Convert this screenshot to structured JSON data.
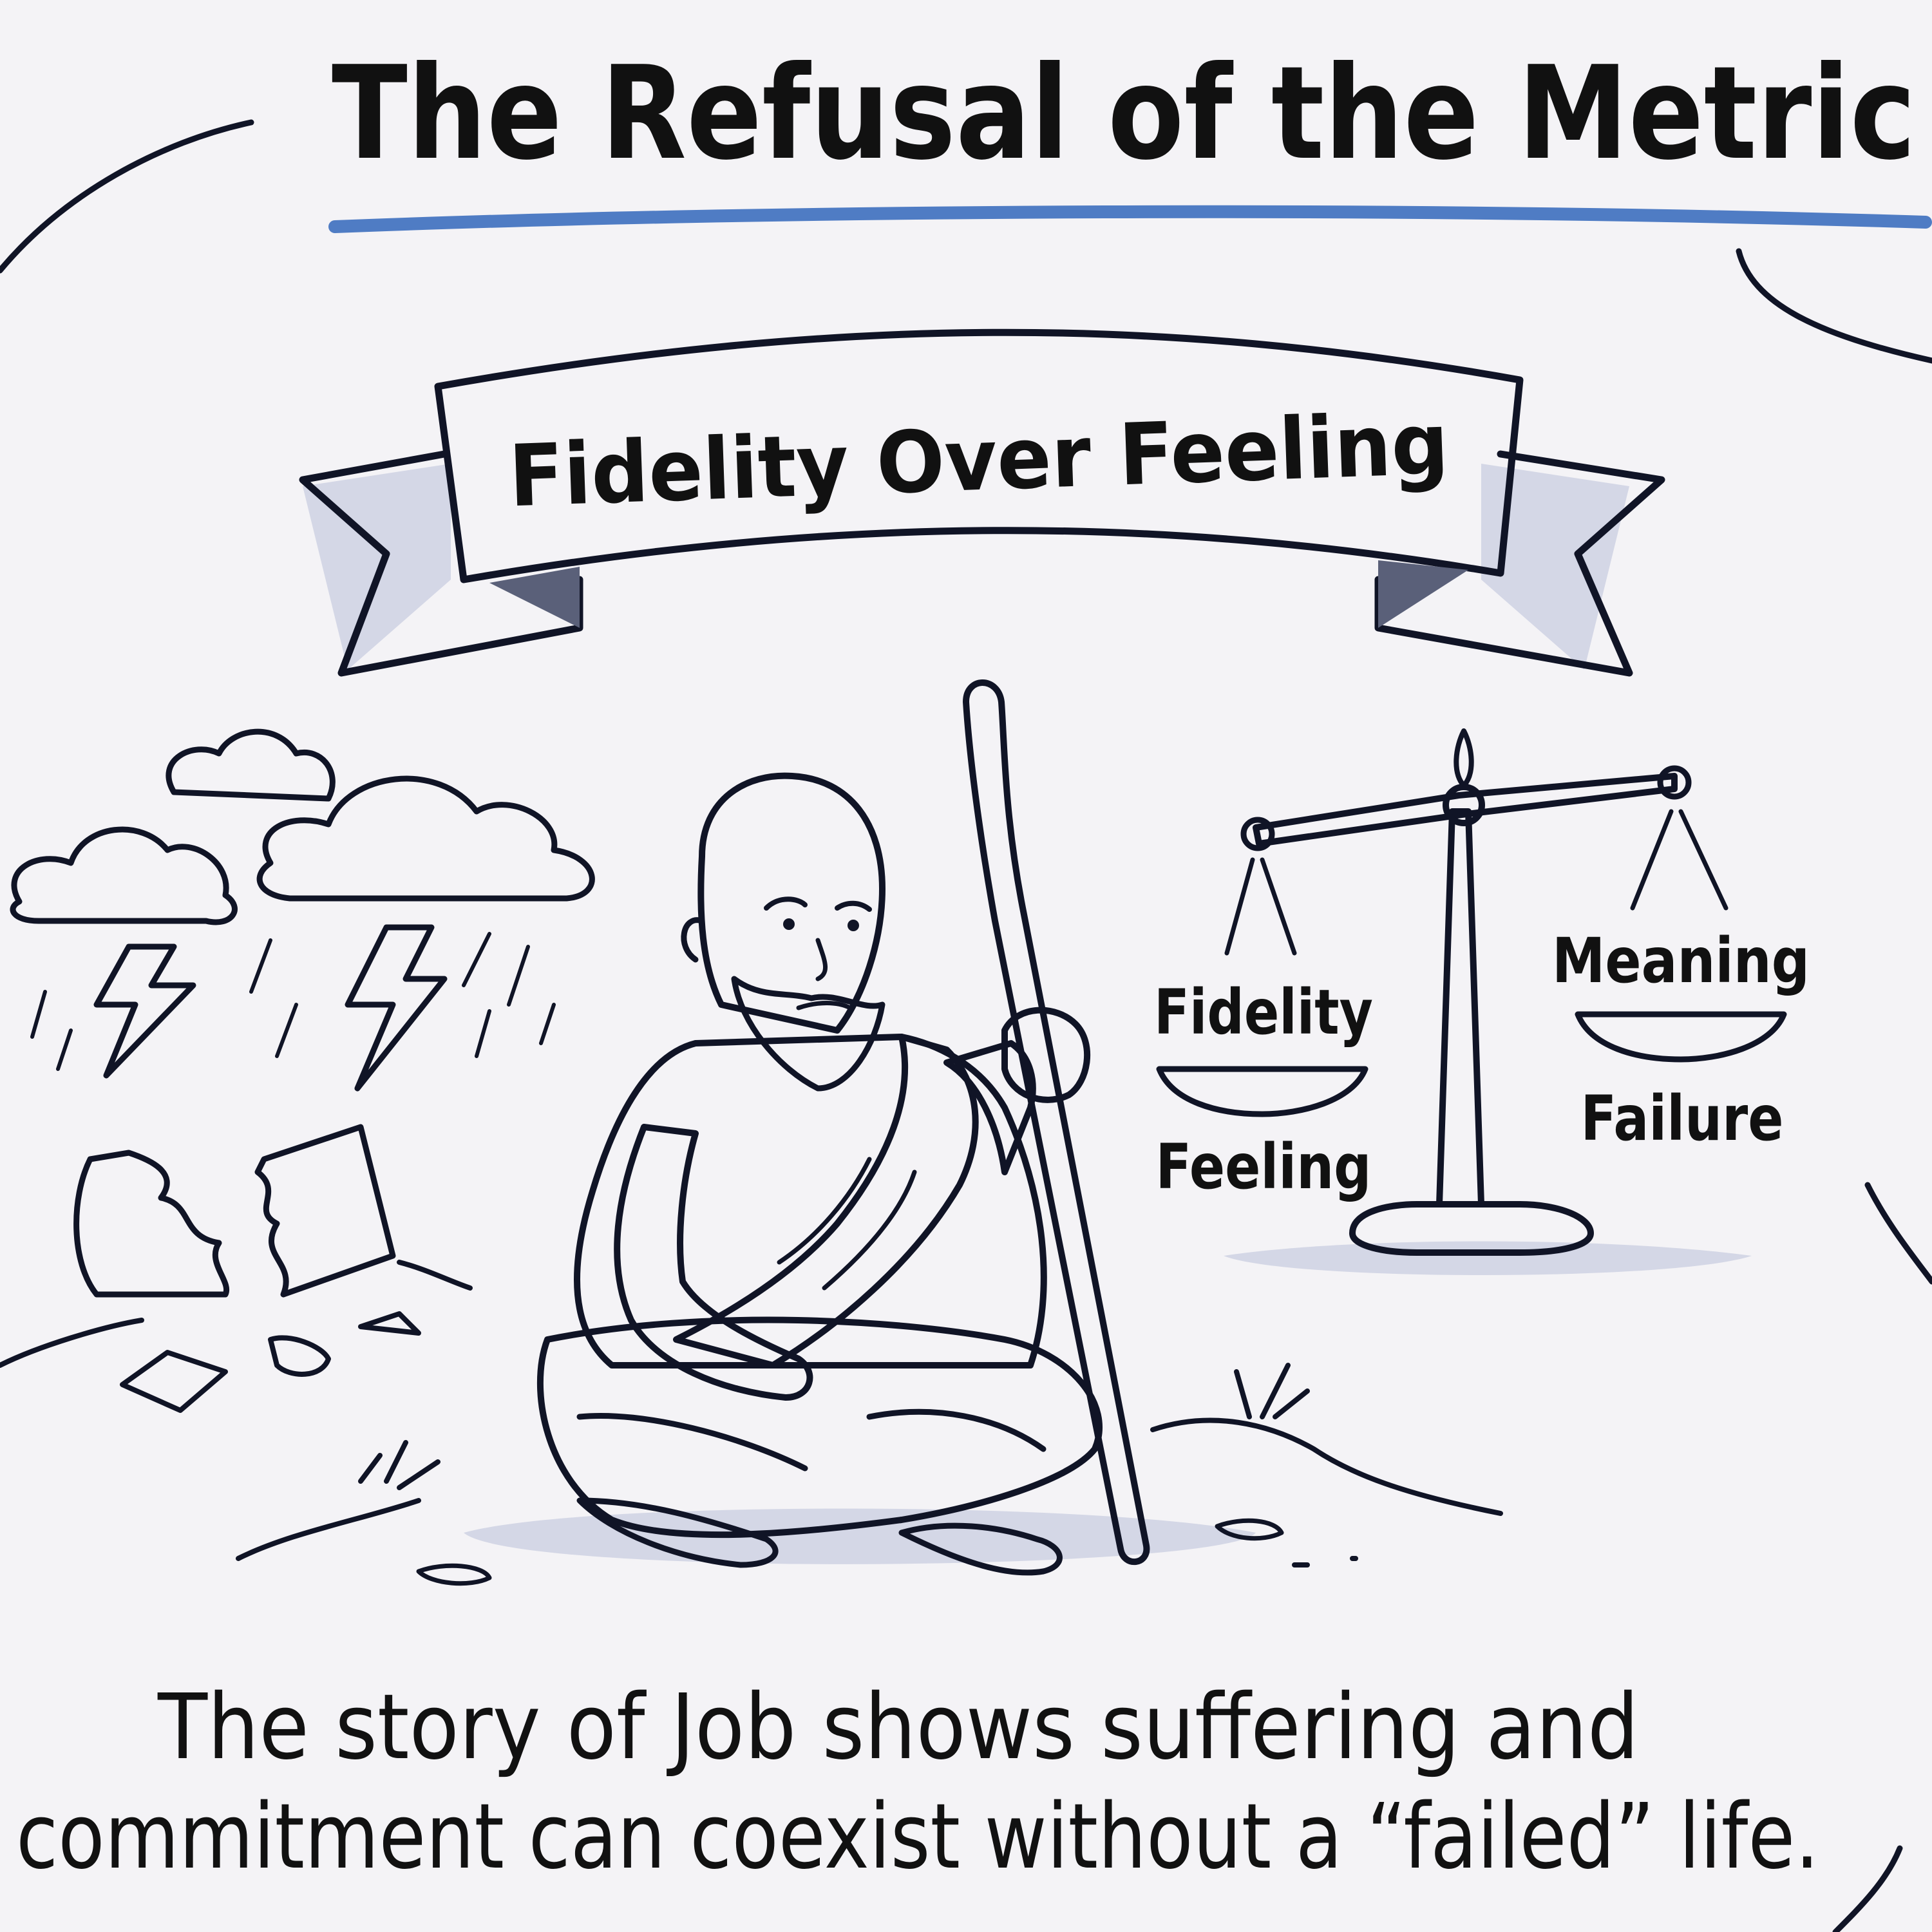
{
  "title": "The Refusal of the Metric",
  "banner": {
    "label": "Fidelity Over Feeling"
  },
  "scale": {
    "left_top_label": "Fidelity",
    "left_bottom_label": "Feeling",
    "right_top_label": "Meaning",
    "right_bottom_label": "Failure"
  },
  "caption": {
    "line1": "The story of Job shows suffering and",
    "line2": "commitment can coexist without a “failed” life."
  },
  "colors": {
    "ink": "#101426",
    "accent_underline": "#4f7cc4",
    "wash": "#c9cde0",
    "background": "#f4f3f6"
  },
  "icons": [
    "storm-cloud-icon",
    "lightning-icon",
    "broken-pot-icon",
    "job-figure-icon",
    "staff-icon",
    "balance-scale-icon"
  ]
}
